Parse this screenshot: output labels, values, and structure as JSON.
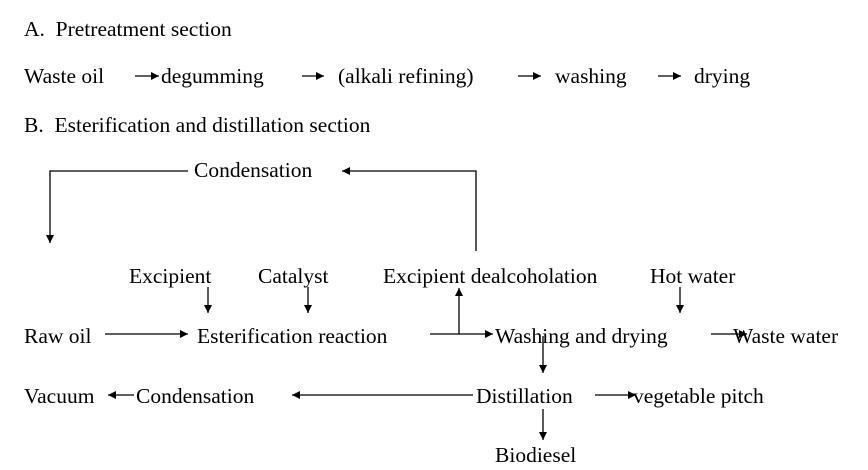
{
  "section_a": {
    "heading": "A.  Pretreatment section",
    "flow": {
      "waste_oil": "Waste oil",
      "degumming": "degumming",
      "alkali": "(alkali refining)",
      "washing": "washing",
      "drying": "drying"
    }
  },
  "section_b": {
    "heading": "B.  Esterification and distillation section",
    "nodes": {
      "condensation_top": "Condensation",
      "excipient": "Excipient",
      "catalyst": "Catalyst",
      "dealcoholation": "Excipient dealcoholation",
      "hot_water": "Hot water",
      "raw_oil": "Raw oil",
      "esterification": "Esterification reaction",
      "washing_drying": "Washing and drying",
      "waste_water": "Waste water",
      "vacuum": "Vacuum",
      "condensation_bottom": "Condensation",
      "distillation": "Distillation",
      "pitch": "vegetable pitch",
      "biodiesel": "Biodiesel"
    }
  },
  "colors": {
    "ink": "#000000",
    "background": "#ffffff"
  }
}
